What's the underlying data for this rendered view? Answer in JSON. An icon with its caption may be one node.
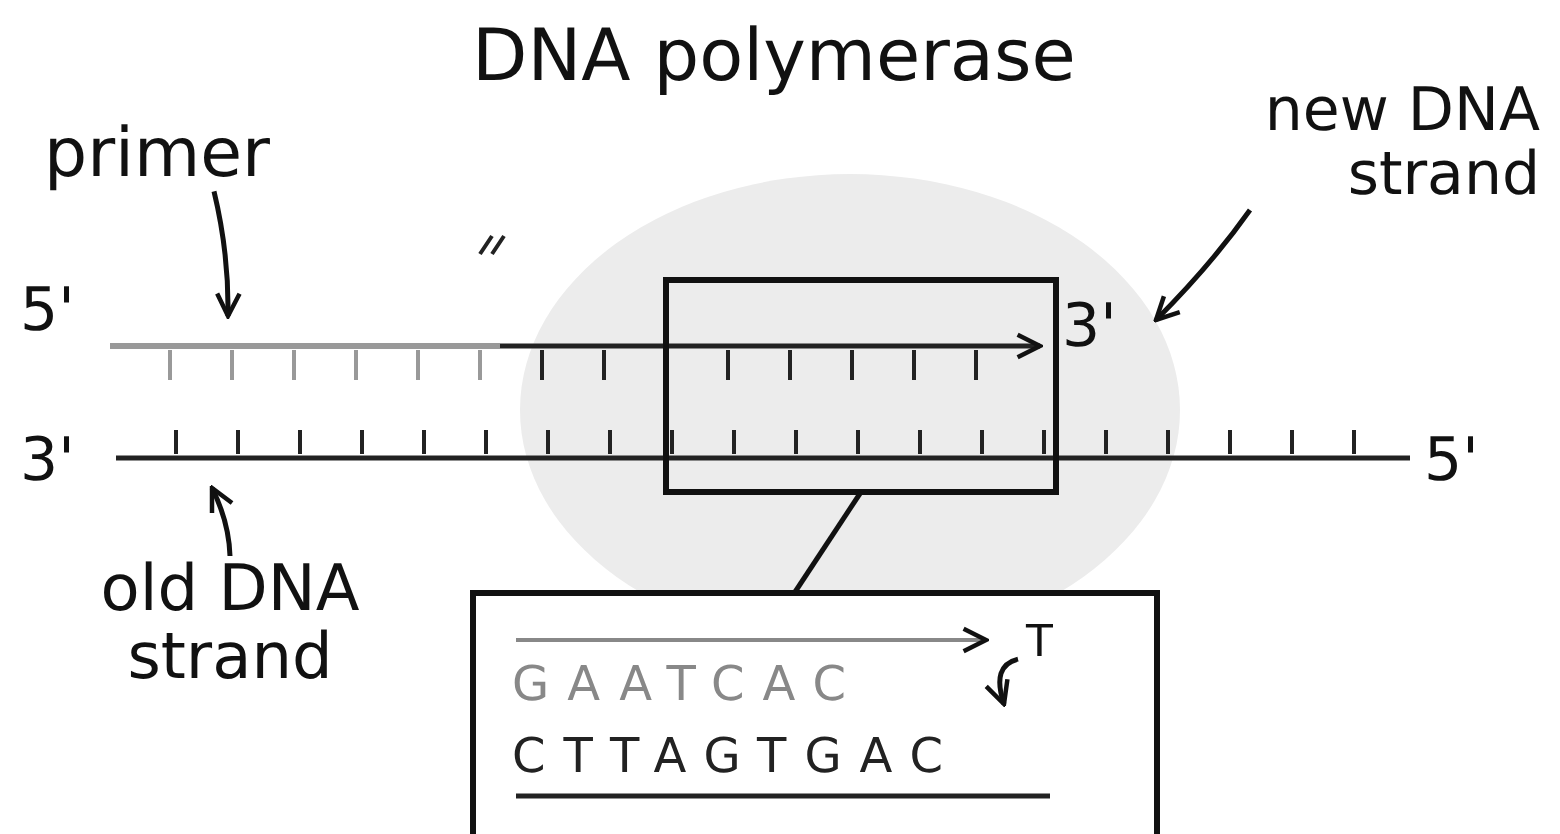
{
  "diagram": {
    "nodes": [
      {
        "text": [
          "primer"
        ]
      },
      {
        "text": [
          "new DNA strand"
        ]
      },
      {
        "text": [
          "old DNA strand"
        ]
      },
      {
        "text": [],
        "shape": "box"
      },
      {
        "text": [
          "GAATCAC",
          "CTTAGTGAC"
        ]
      },
      {
        "text": [
          "T"
        ],
        "in": 4
      }
    ],
    "edges": [
      {
        "from": 0,
        "to": null,
        "arrow": "to"
      },
      {
        "from": 1,
        "to": null,
        "arrow": "to"
      },
      {
        "from": 2,
        "to": null,
        "arrow": "to"
      },
      {
        "from": 3,
        "to": 4,
        "arrow": "none"
      },
      {
        "from": 5,
        "to": null,
        "arrow": "to"
      }
    ],
    "labels": [
      "DNA polymerase",
      "5'",
      "3'",
      "3'",
      "5'"
    ]
  }
}
